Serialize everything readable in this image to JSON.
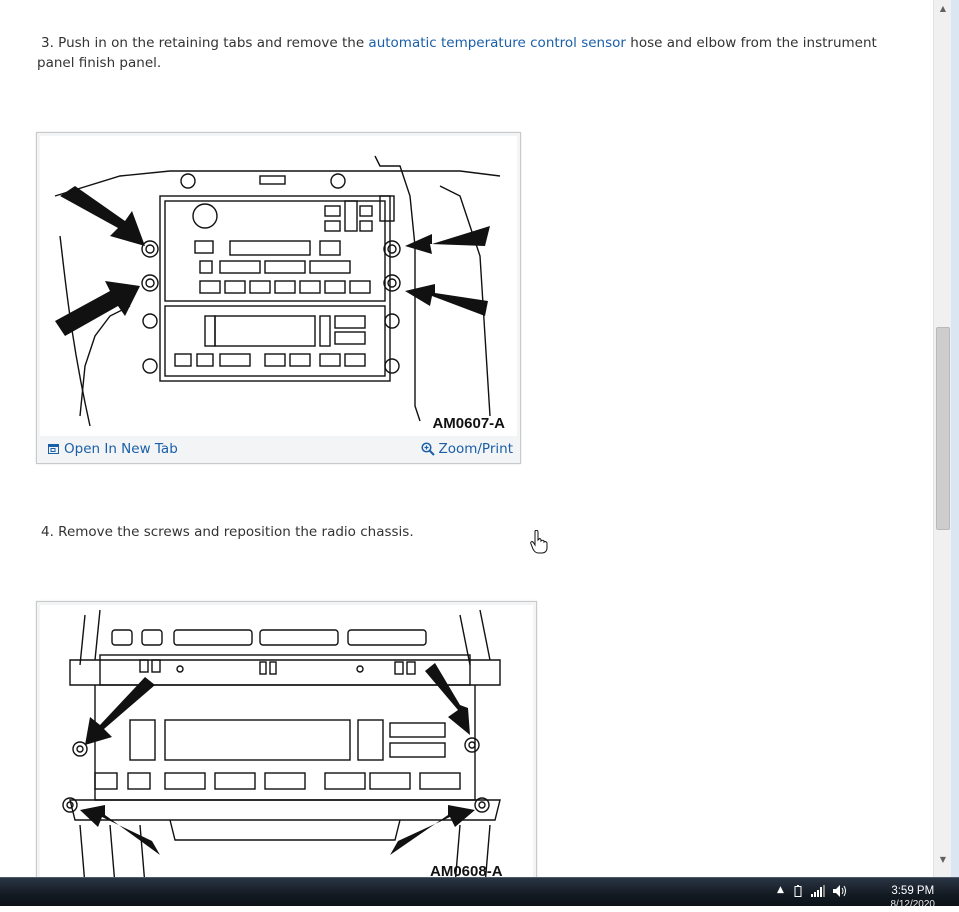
{
  "steps": [
    {
      "prefix": "3. Push in on the retaining tabs and remove the ",
      "link": "automatic temperature control sensor",
      "suffix": " hose and elbow from the instrument panel finish panel."
    },
    {
      "text": "4. Remove the screws and reposition the radio chassis."
    }
  ],
  "figures": [
    {
      "caption": "AM0607-A",
      "open_tab_label": "Open In New Tab",
      "zoom_label": "Zoom/Print"
    },
    {
      "caption": "AM0608-A"
    }
  ],
  "taskbar": {
    "time": "3:59 PM",
    "date": "8/12/2020"
  }
}
